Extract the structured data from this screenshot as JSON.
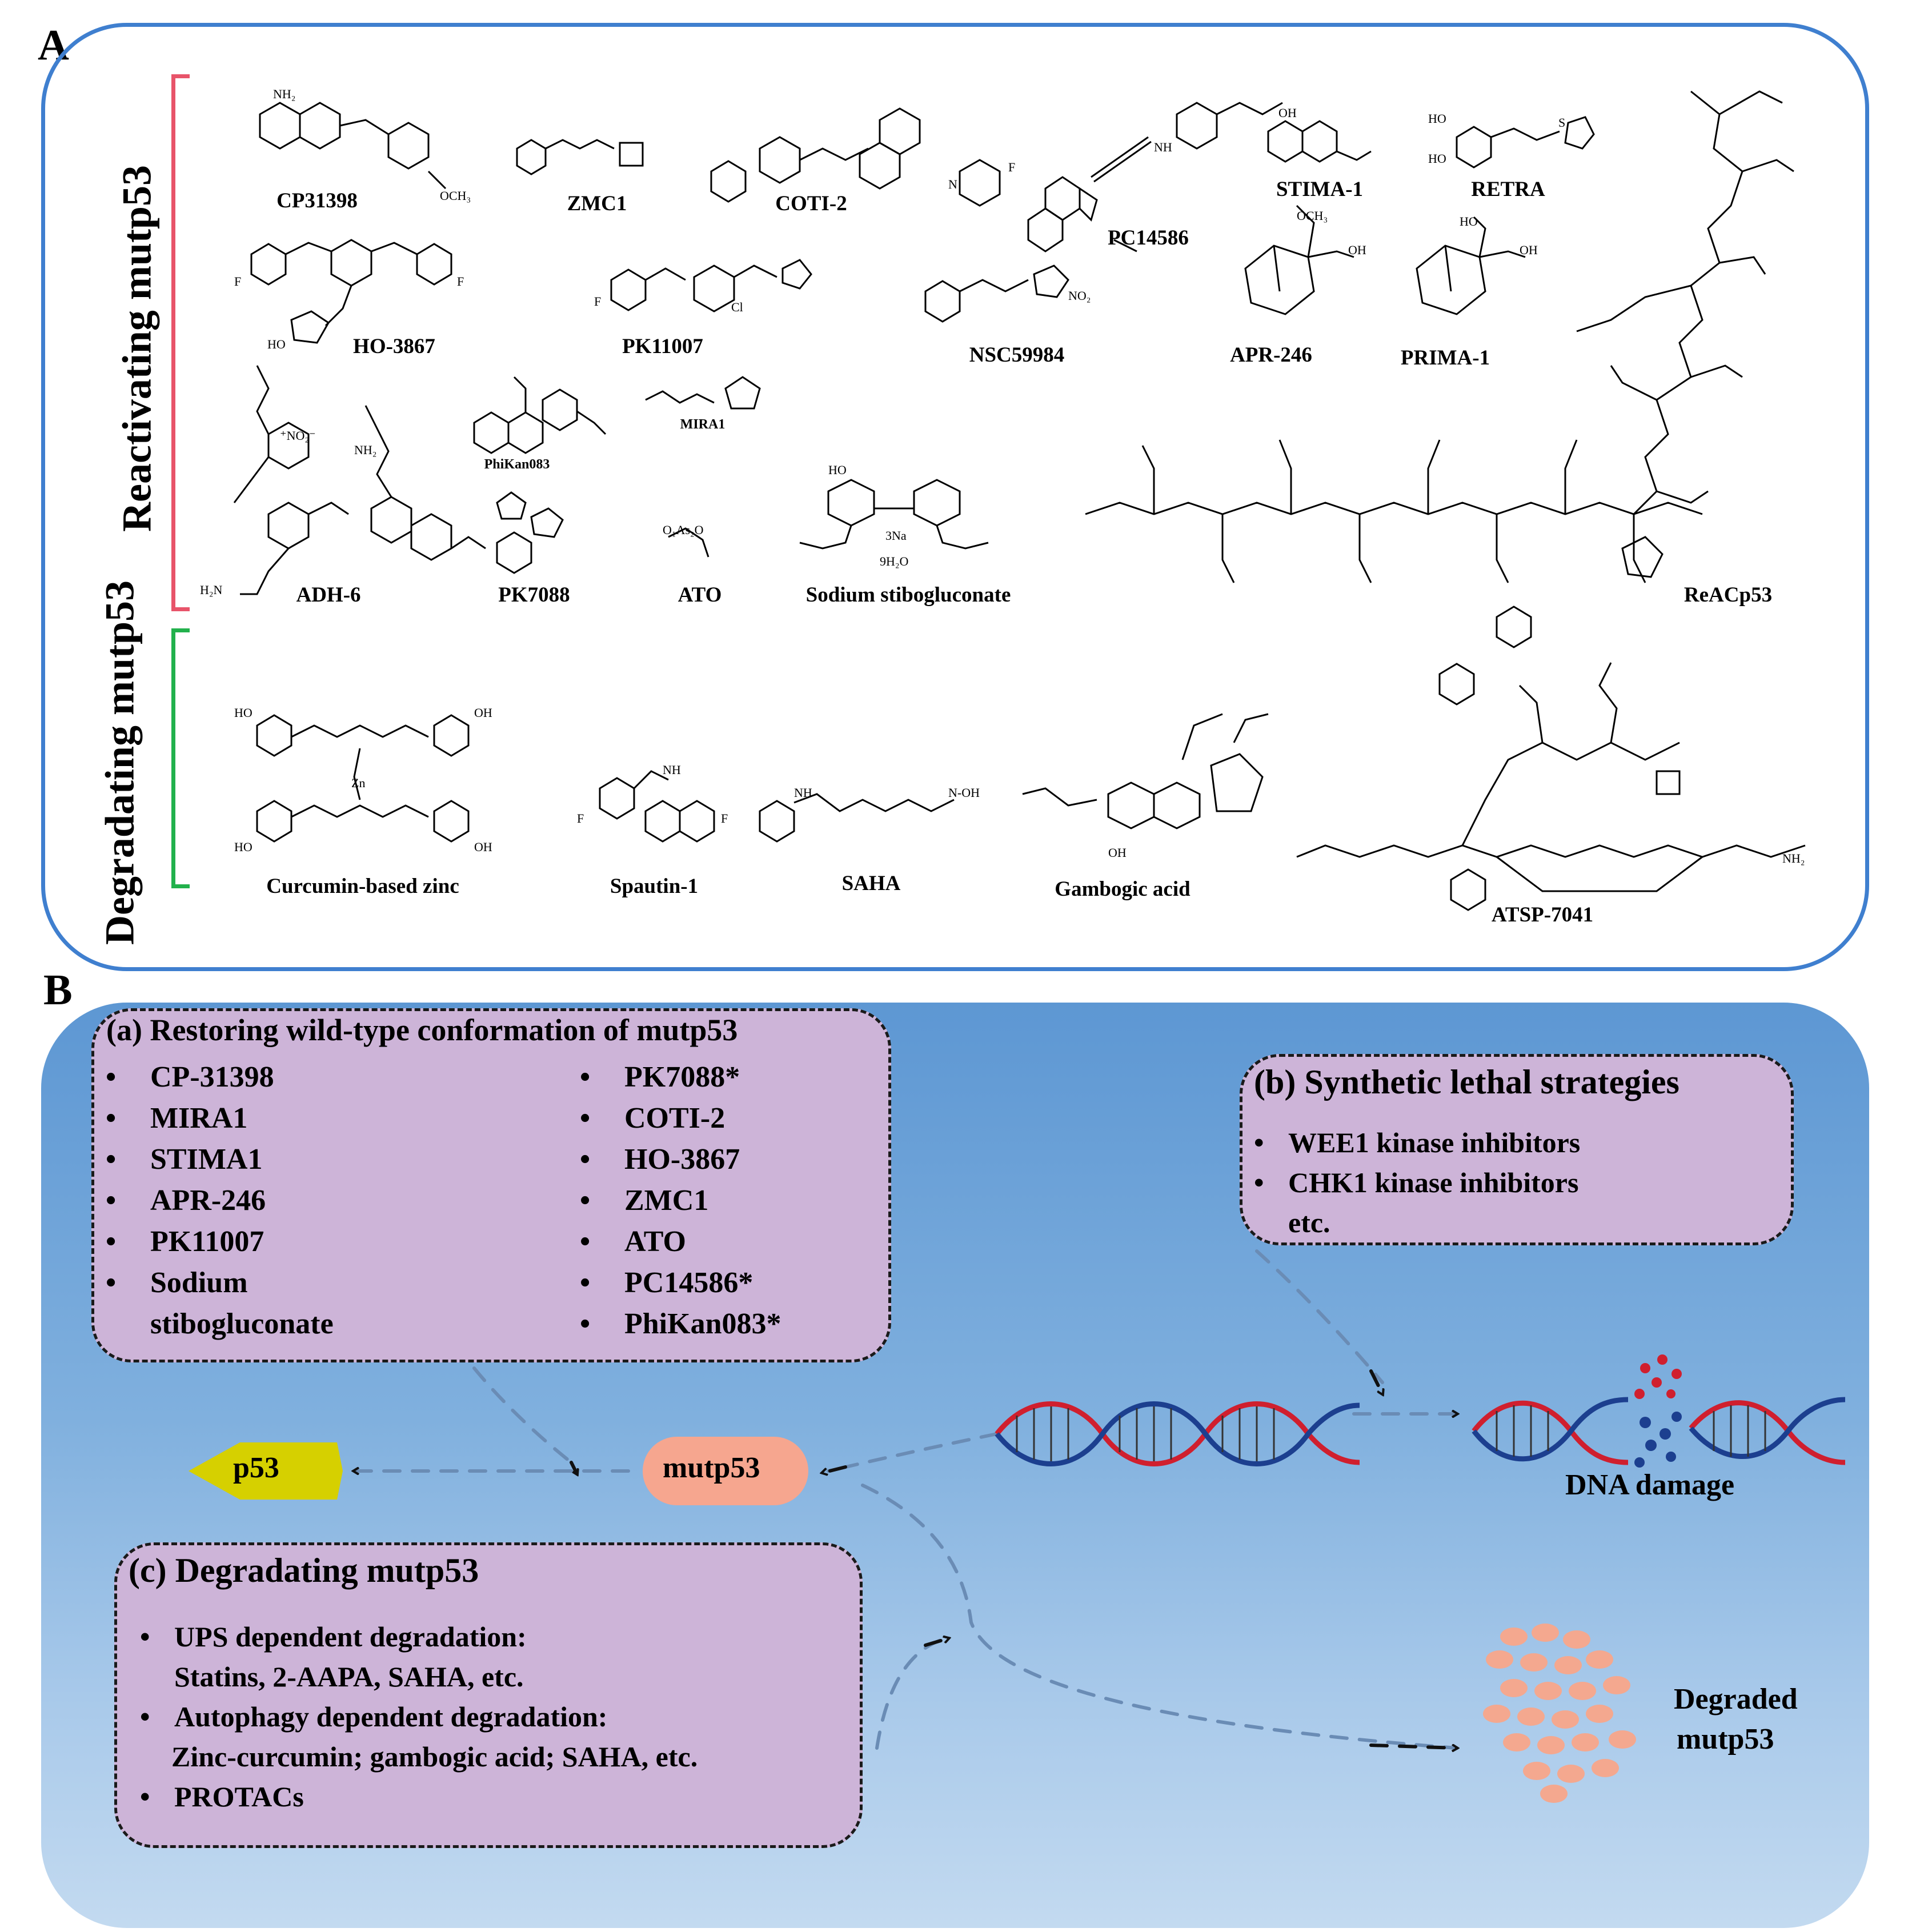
{
  "panel_a": {
    "letter": "A",
    "reactivating_label": "Reactivating mutp53",
    "degrading_label": "Degradating mutp53",
    "reactivating_color": "#e8546a",
    "degrading_color": "#22b14c",
    "border_color": "#3f7fcf",
    "compounds": [
      "CP31398",
      "ZMC1",
      "COTI-2",
      "PC14586",
      "STIMA-1",
      "RETRA",
      "HO-3867",
      "PK11007",
      "NSC59984",
      "APR-246",
      "PRIMA-1",
      "ADH-6",
      "PhiKan083",
      "MIRA1",
      "PK7088",
      "ATO",
      "Sodium stibogluconate",
      "ReACp53",
      "Curcumin-based zinc",
      "Spautin-1",
      "SAHA",
      "Gambogic acid",
      "ATSP-7041"
    ],
    "atoms": {
      "cp31398_nh2": "NH₂",
      "cp31398_och3": "OCH₃",
      "pc14586_f": "F",
      "pc14586_n": "N",
      "pc14586_nh": "NH",
      "stima_oh": "OH",
      "retra_ho1": "HO",
      "retra_ho2": "HO",
      "retra_s": "S",
      "ho3867_f1": "F",
      "ho3867_f2": "F",
      "ho3867_ho": "HO",
      "pk11007_f": "F",
      "pk11007_cl": "Cl",
      "nsc_no2": "NO₂",
      "apr_och3": "OCH₃",
      "apr_oh": "OH",
      "prima_ho": "HO",
      "prima_oh": "OH",
      "adh6_no2": "⁺NO₂⁻",
      "adh6_nh2a": "NH₂",
      "adh6_nh2b": "H₂N",
      "ato_as": "O₁As₂O",
      "ssg_oh": "HO",
      "ssg_3na": "3Na",
      "ssg_9h2o": "9H₂O",
      "curc_ho1": "HO",
      "curc_oh1": "OH",
      "curc_zn": "Zn",
      "curc_ho2": "HO",
      "curc_oh2": "OH",
      "spautin_f1": "F",
      "spautin_f2": "F",
      "spautin_nh": "NH",
      "saha_nh": "NH",
      "saha_nhoh": "N-OH",
      "gamb_oh": "OH",
      "atsp_nh2": "NH₂"
    }
  },
  "panel_b": {
    "letter": "B",
    "box_a": {
      "title": "(a) Restoring wild-type conformation of mutp53",
      "left_items": [
        "CP-31398",
        "MIRA1",
        "STIMA1",
        "APR-246",
        "PK11007",
        "Sodium",
        "stibogluconate"
      ],
      "right_items": [
        "PK7088*",
        "COTI-2",
        "HO-3867",
        "ZMC1",
        "ATO",
        "PC14586*",
        "PhiKan083*"
      ]
    },
    "box_b": {
      "title": "(b) Synthetic lethal strategies",
      "items": [
        "WEE1 kinase inhibitors",
        "CHK1 kinase inhibitors",
        "etc."
      ]
    },
    "box_c": {
      "title": "(c) Degradating mutp53",
      "items": [
        "UPS dependent degradation:",
        "Statins, 2-AAPA, SAHA, etc.",
        "Autophagy dependent degradation:",
        "Zinc-curcumin; gambogic acid; SAHA, etc.",
        "PROTACs"
      ]
    },
    "p53_label": "p53",
    "mutp53_label": "mutp53",
    "dna_damage_label": "DNA damage",
    "degraded_label_1": "Degraded",
    "degraded_label_2": "mutp53",
    "colors": {
      "box_fill": "#cdb4d8",
      "p53_diamond": "#d6d000",
      "mutp53_pill": "#f6a68f",
      "dna_red": "#d01f2e",
      "dna_blue": "#1c3f8f",
      "fragment": "#f4a88f"
    }
  }
}
